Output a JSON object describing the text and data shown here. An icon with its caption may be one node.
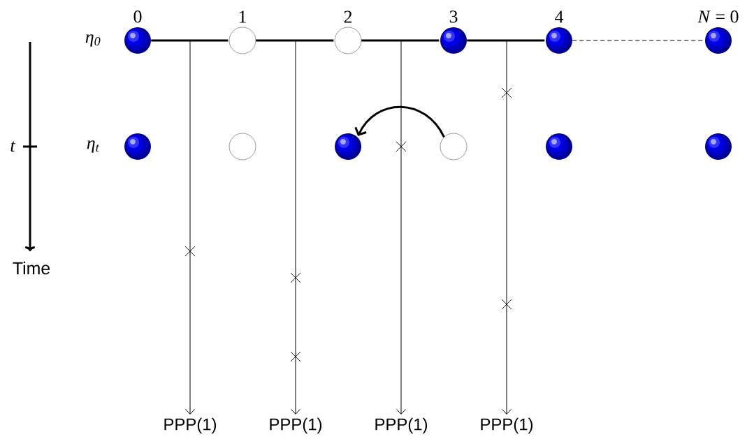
{
  "diagram": {
    "nodes": [
      {
        "text": [],
        "shape": "ball",
        "beside": [
          "0"
        ]
      },
      {
        "text": [],
        "shape": "circle",
        "beside": [
          "1"
        ]
      },
      {
        "text": [],
        "shape": "circle",
        "beside": [
          "2"
        ]
      },
      {
        "text": [],
        "shape": "ball",
        "beside": [
          "3"
        ]
      },
      {
        "text": [],
        "shape": "ball",
        "beside": [
          "4"
        ]
      },
      {
        "text": [],
        "shape": "ball",
        "beside": [
          "*N* = 0"
        ]
      },
      {
        "text": [],
        "shape": "ball"
      },
      {
        "text": [],
        "shape": "circle"
      },
      {
        "text": [],
        "shape": "ball"
      },
      {
        "text": [],
        "shape": "circle"
      },
      {
        "text": [],
        "shape": "ball"
      },
      {
        "text": [],
        "shape": "ball"
      },
      {
        "text": [
          "PPP(1)"
        ]
      },
      {
        "text": [
          "PPP(1)"
        ]
      },
      {
        "text": [
          "PPP(1)"
        ]
      },
      {
        "text": [
          "PPP(1)"
        ]
      }
    ],
    "edges": [
      {
        "from": 0,
        "to": 1,
        "arrow": "none",
        "style": "thick"
      },
      {
        "from": 1,
        "to": 2,
        "arrow": "none",
        "style": "thick"
      },
      {
        "from": 2,
        "to": 3,
        "arrow": "none",
        "style": "thick"
      },
      {
        "from": 3,
        "to": 4,
        "arrow": "none",
        "style": "thick"
      },
      {
        "from": 4,
        "to": 5,
        "arrow": "none",
        "style": "dashed"
      },
      {
        "from": 9,
        "to": 8,
        "arrow": "to",
        "style": "thick"
      },
      {
        "from": null,
        "to": 12,
        "arrow": "to"
      },
      {
        "from": null,
        "to": 13,
        "arrow": "to"
      },
      {
        "from": null,
        "to": 14,
        "arrow": "to"
      },
      {
        "from": null,
        "to": 15,
        "arrow": "to"
      }
    ],
    "labels": [
      "η$_{0}$",
      "η$_{t}$",
      "t",
      "Time"
    ]
  }
}
